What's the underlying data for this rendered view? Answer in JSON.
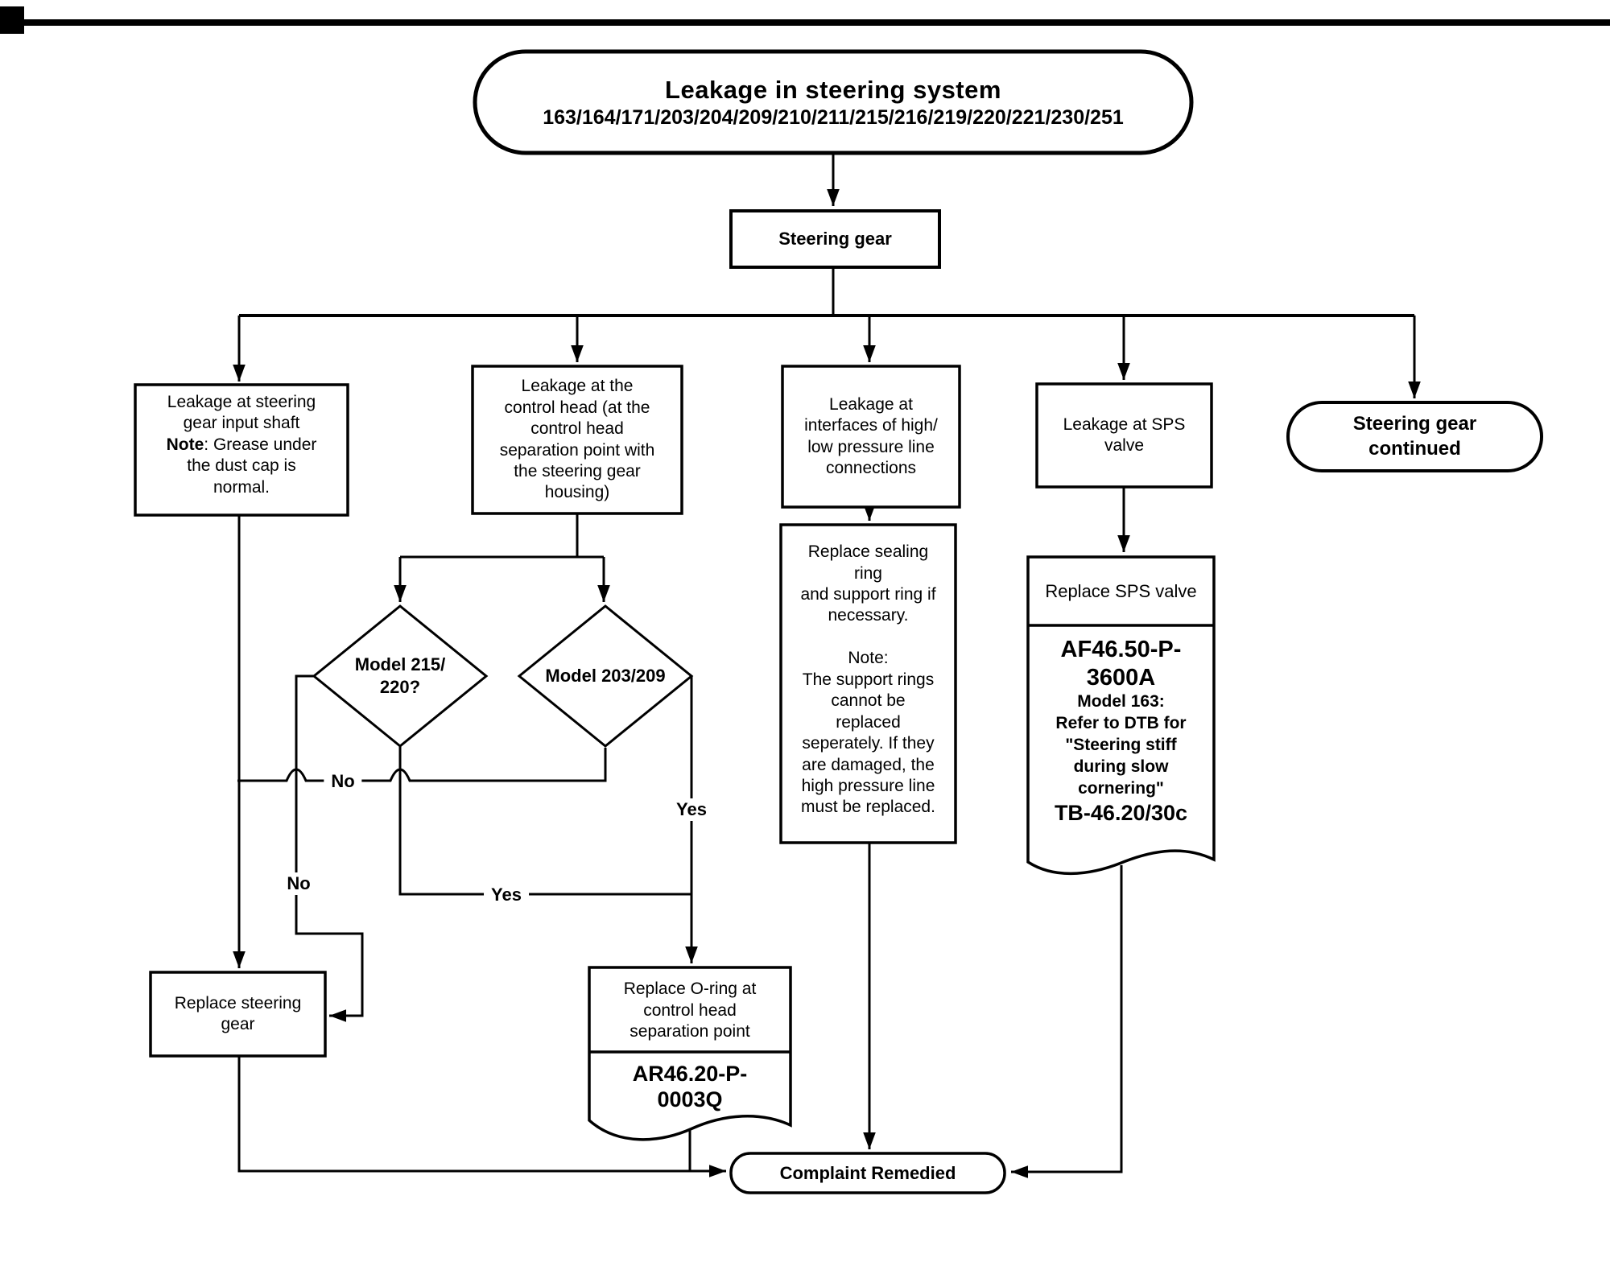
{
  "colors": {
    "ink": "#000000",
    "paper": "#ffffff"
  },
  "title": {
    "line1": "Leakage in steering system",
    "line2": "163/164/171/203/204/209/210/211/215/216/219/220/221/230/251"
  },
  "nodes": {
    "steering_gear": "Steering gear",
    "input_shaft_pre": "Leakage at steering\ngear input shaft\n",
    "input_shaft_note": "Note",
    "input_shaft_post": ": Grease under\nthe dust cap is\nnormal.",
    "control_head": "Leakage at the\ncontrol head (at the\ncontrol head\nseparation point with\nthe steering gear\nhousing)",
    "pressure_lines": "Leakage at\ninterfaces of high/\nlow pressure line\nconnections",
    "sps_valve": "Leakage at SPS\nvalve",
    "continued": "Steering gear\ncontinued",
    "model_215": "Model 215/\n220?",
    "model_203": "Model 203/209",
    "replace_steering_gear": "Replace steering\ngear",
    "oring_title": "Replace O-ring at\ncontrol head\nseparation point",
    "oring_code": "AR46.20-P-\n0003Q",
    "sealing": "Replace sealing\nring\nand support ring if\nnecessary.\n\nNote:\nThe support rings\ncannot be\nreplaced\nseperately. If they\nare damaged, the\nhigh pressure line\nmust be replaced.",
    "sps_title": "Replace SPS valve",
    "sps_code1": "AF46.50-P-\n3600A",
    "sps_note": "Model 163:\nRefer to DTB for\n\"Steering stiff\nduring slow\ncornering\"",
    "sps_code2": "TB-46.20/30c",
    "complaint": "Complaint Remedied"
  },
  "edge_labels": {
    "no_model203": "No",
    "no_model215": "No",
    "yes_model215": "Yes",
    "yes_model203": "Yes"
  }
}
